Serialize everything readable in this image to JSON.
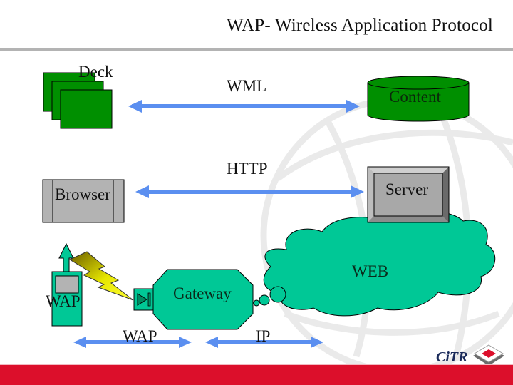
{
  "slide": {
    "title": "WAP- Wireless Application Protocol"
  },
  "nodes": {
    "deck": {
      "label": "Deck",
      "color": "#008f00"
    },
    "content": {
      "label": "Content",
      "color": "#008f00"
    },
    "browser": {
      "label": "Browser",
      "color": "#b3b3b3"
    },
    "server": {
      "label": "Server",
      "color": "#a8a8a8"
    },
    "web": {
      "label": "WEB",
      "color": "#00c896"
    },
    "gateway": {
      "label": "Gateway",
      "color": "#00c896"
    },
    "wap_device": {
      "label": "WAP",
      "color": "#00c896"
    }
  },
  "links": {
    "wml": {
      "label": "WML",
      "from": "deck",
      "to": "content"
    },
    "http": {
      "label": "HTTP",
      "from": "browser",
      "to": "server"
    },
    "wap": {
      "label": "WAP",
      "from": "wap_device",
      "to": "gateway"
    },
    "ip": {
      "label": "IP",
      "from": "gateway",
      "to": "web"
    }
  },
  "colors": {
    "arrow": "#5b8ff0",
    "lightning_top": "#7a6a00",
    "lightning_bottom": "#ffff00",
    "footer_band": "#dc0f2b",
    "rule": "#b3b3b3"
  },
  "footer": {
    "logo_text": "CiTR"
  }
}
